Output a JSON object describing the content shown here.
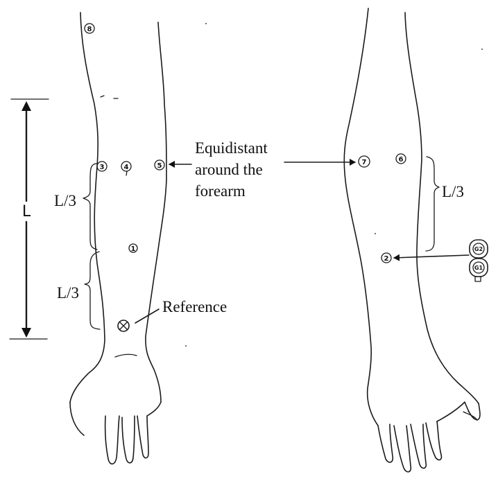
{
  "labels": {
    "equidistant_line1": "Equidistant",
    "equidistant_line2": "around the",
    "equidistant_line3": "forearm",
    "reference": "Reference",
    "length": "L",
    "third_upper_left": "L/3",
    "third_lower_left": "L/3",
    "third_right": "L/3"
  },
  "electrodes": {
    "e1": "1",
    "e2": "2",
    "e3": "3",
    "e4": "4",
    "e5": "5",
    "e6": "6",
    "e7": "7",
    "e8": "8",
    "g1": "G1",
    "g2": "G2"
  },
  "icons": {
    "reference_marker": "circle-x-icon",
    "connector": "g1-g2-connector-icon"
  }
}
